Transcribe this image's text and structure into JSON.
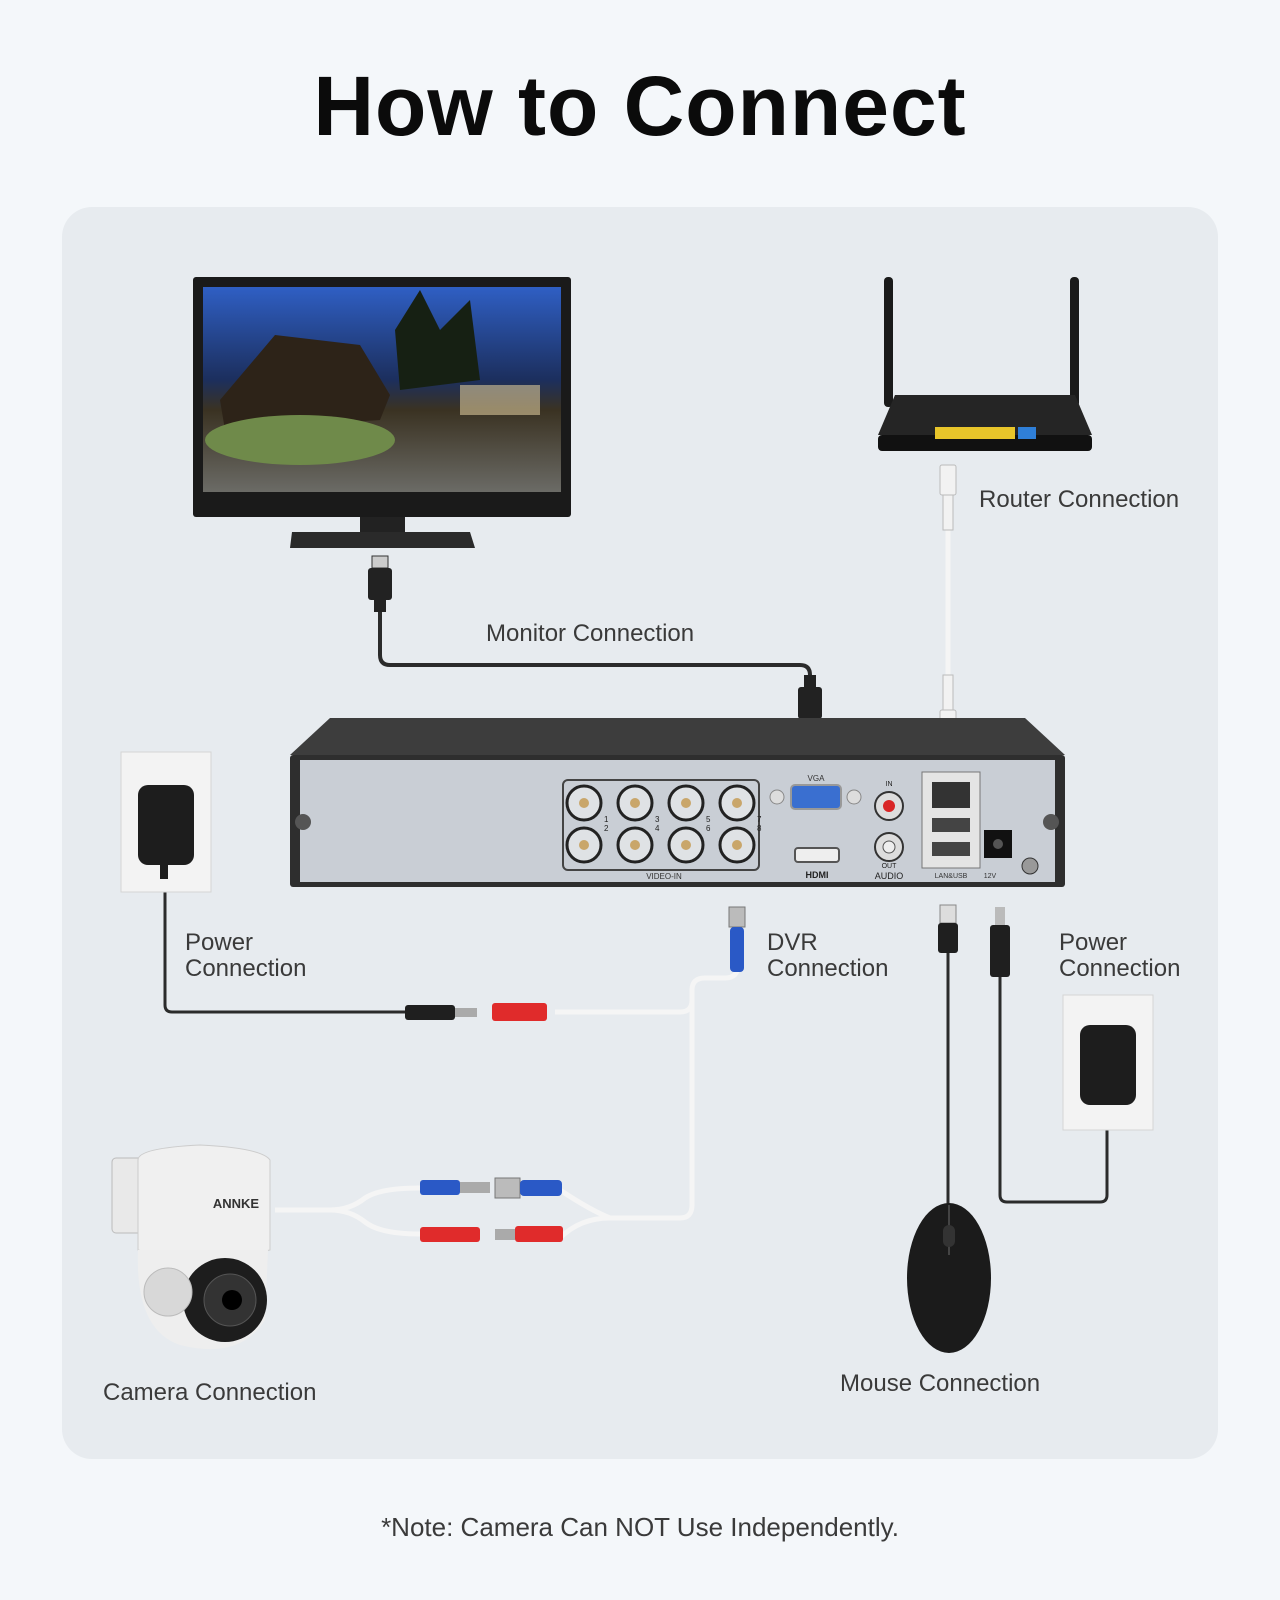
{
  "title": "How to Connect",
  "labels": {
    "monitor": "Monitor Connection",
    "router": "Router Connection",
    "power_left_1": "Power",
    "power_left_2": "Connection",
    "dvr_1": "DVR",
    "dvr_2": "Connection",
    "power_right_1": "Power",
    "power_right_2": "Connection",
    "camera": "Camera Connection",
    "mouse": "Mouse Connection"
  },
  "dvr_ports": {
    "video_in": "VIDEO-IN",
    "vga": "VGA",
    "hdmi": "HDMI",
    "audio": "AUDIO",
    "audio_in": "IN",
    "audio_out": "OUT",
    "lan_usb": "LAN&USB",
    "power": "12V",
    "channels": [
      "1",
      "2",
      "3",
      "4",
      "5",
      "6",
      "7",
      "8"
    ]
  },
  "camera_brand": "ANNKE",
  "note": "*Note: Camera Can NOT Use Independently."
}
